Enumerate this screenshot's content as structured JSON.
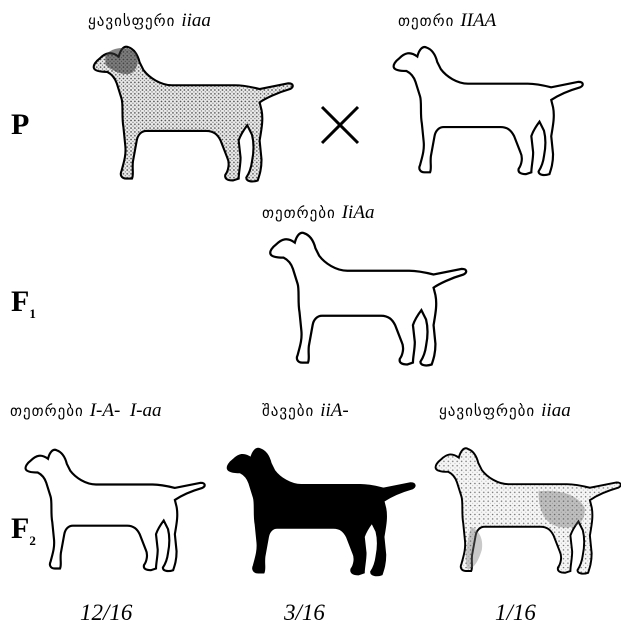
{
  "diagram": {
    "generations": [
      {
        "label": "P",
        "sub": ""
      },
      {
        "label": "F",
        "sub": "1"
      },
      {
        "label": "F",
        "sub": "2"
      }
    ],
    "parents": [
      {
        "name": "ყავისფერი",
        "genotype": "iiaa",
        "color": "#6b6b6b"
      },
      {
        "name": "თეთრი",
        "genotype": "IIAA",
        "color": "#ffffff"
      }
    ],
    "cross_symbol": "×",
    "f1": {
      "name": "თეთრები",
      "genotype": "IiAa",
      "color": "#ffffff"
    },
    "f2": [
      {
        "name": "თეთრები",
        "genotype": "I-A-  I-aa",
        "ratio": "12/16",
        "color": "#ffffff"
      },
      {
        "name": "შავები",
        "genotype": "iiA-",
        "ratio": "3/16",
        "color": "#000000"
      },
      {
        "name": "ყავისფრები",
        "genotype": "iiaa",
        "ratio": "1/16",
        "color": "#6b6b6b"
      }
    ]
  }
}
